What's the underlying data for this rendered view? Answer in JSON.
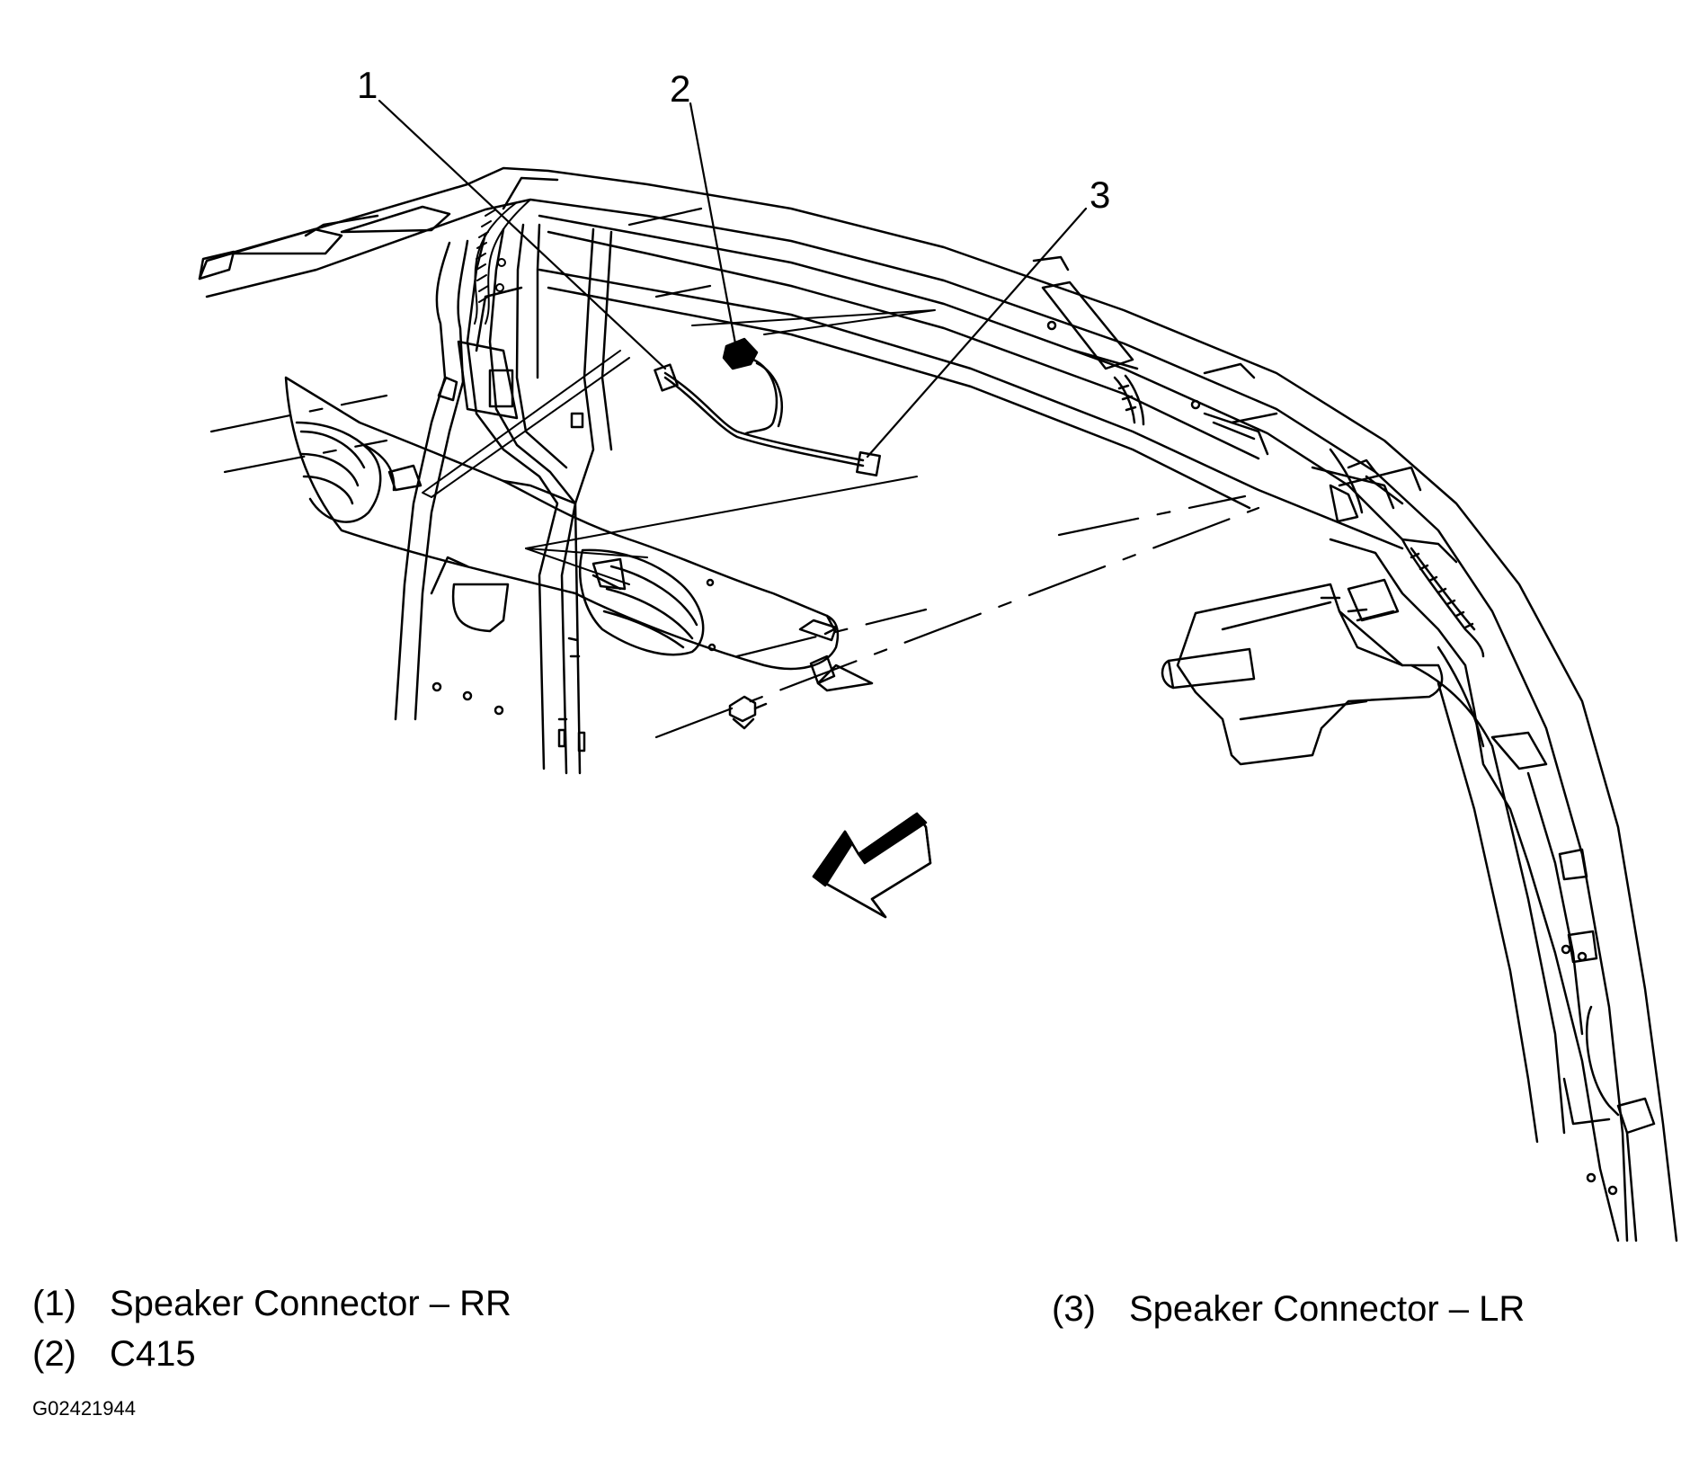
{
  "callouts": [
    {
      "num": "1"
    },
    {
      "num": "2"
    },
    {
      "num": "3"
    }
  ],
  "legend": [
    {
      "num": "(1)",
      "text": "Speaker Connector – RR"
    },
    {
      "num": "(2)",
      "text": "C415"
    },
    {
      "num": "(3)",
      "text": "Speaker Connector – LR"
    }
  ],
  "figure_id": "G02421944",
  "colors": {
    "ink": "#000000",
    "background": "#ffffff"
  },
  "icons": [
    "direction-arrow-icon"
  ]
}
